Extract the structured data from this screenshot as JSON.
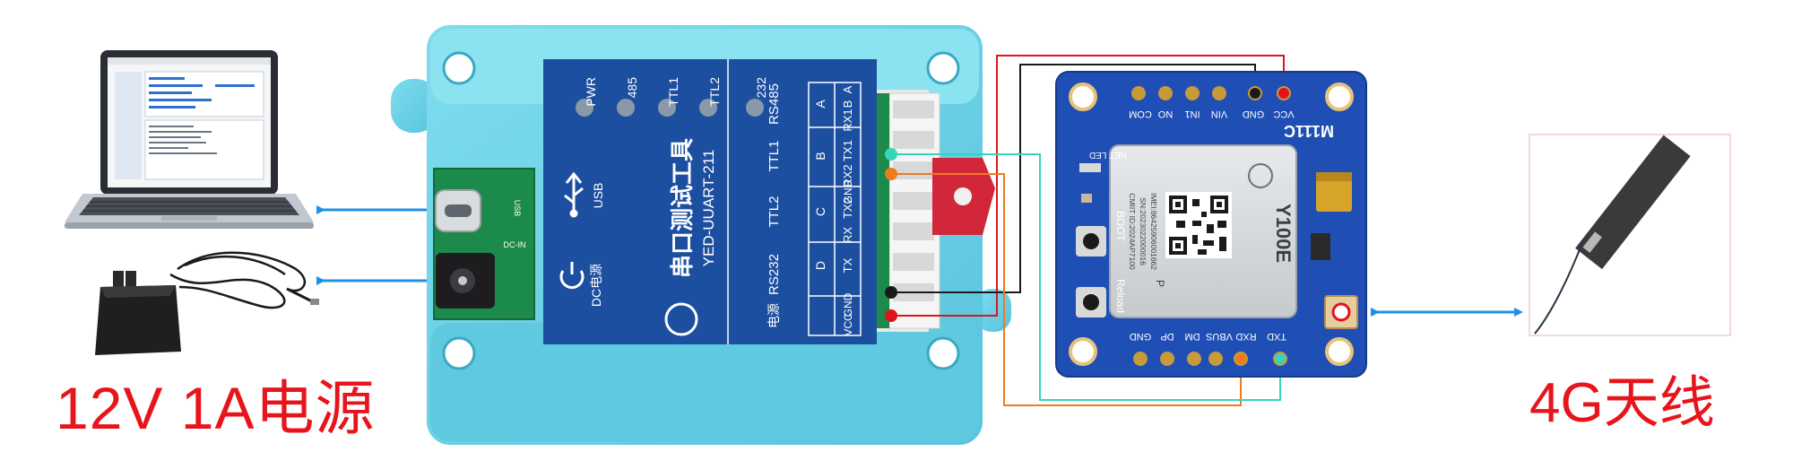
{
  "captions": {
    "power": "12V 1A电源",
    "antenna": "4G天线"
  },
  "converter": {
    "brand": "串口测试工具",
    "model": "YED-UUART-211",
    "leds": [
      "PWR",
      "485",
      "TTL1",
      "TTL2",
      "232"
    ],
    "usb_label": "USB",
    "dc_label": "DC电源",
    "pcb_usb": "USB",
    "pcb_dc": "DC-IN",
    "columns": [
      "RS232",
      "TTL2",
      "TTL1",
      "RS485"
    ],
    "column_cells": {
      "rs232": [
        "D",
        "TX",
        "RX"
      ],
      "ttl2": [
        "C",
        "TX2",
        "RX2"
      ],
      "ttl1": [
        "B",
        "TX1",
        "RX1"
      ],
      "rs485": [
        "A",
        "B",
        "A"
      ]
    },
    "power_row_label": "电源",
    "gnd_label": "GND",
    "vcc_label": "VCC",
    "gnd2_label": "GND"
  },
  "module": {
    "name": "M111C",
    "chip": "Y100E",
    "chip_sub": "P",
    "imei": "IMEI:86425906001662",
    "sn": "SN:2023022000016",
    "cmit": "CMIIT ID:2024AP7100",
    "top_pins": [
      "COM",
      "NO",
      "IN1",
      "VIN",
      "GND",
      "VCC"
    ],
    "bottom_pins": [
      "GND",
      "DP",
      "DM",
      "VBUS",
      "RXD",
      "TXD"
    ],
    "net_led": "NET LED",
    "boot": "BOOT",
    "reload": "Reload"
  },
  "colors": {
    "case": "#6fd3e8",
    "panel": "#1d4fa0",
    "pcb": "#1f4fb5",
    "arrow": "#1e90e6",
    "wire_red": "#e0141b",
    "wire_black": "#1a1a1a",
    "wire_orange": "#f07a1e",
    "wire_cyan": "#35d6b8",
    "caption": "#e8141b"
  }
}
